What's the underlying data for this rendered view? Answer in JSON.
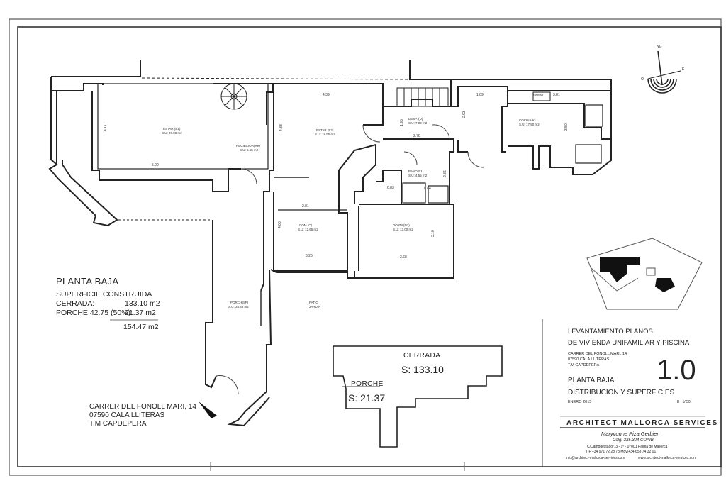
{
  "rooms": [
    {
      "name": "ESTAR (E1)",
      "area": "S.U: 37.00 m2"
    },
    {
      "name": "RECIBIDOR(Re)",
      "area": "S.U: 5.65 m2"
    },
    {
      "name": "ESTAR (E2)",
      "area": "S.U: 18.95 m2"
    },
    {
      "name": "DESP. (D)",
      "area": "S.U: 7.00 m2"
    },
    {
      "name": "COCINA(K)",
      "area": "S.U: 17.90 m2"
    },
    {
      "name": "BAÑO(B1)",
      "area": "S.U: 4.55 m2"
    },
    {
      "name": "COM.(C)",
      "area": "S.U: 12.65 m2"
    },
    {
      "name": "DORM.(D1)",
      "area": "S.U: 13.00 m2"
    },
    {
      "name": "PORCHE(P)",
      "area": "S.U: 35.55 m2"
    }
  ],
  "patio": {
    "line1": "PATIO",
    "line2": "JARDIN"
  },
  "dimensions": [
    "4.17",
    "5.00",
    "4.39",
    "4.33",
    "2.81",
    "4.06",
    "3.26",
    "1.95",
    "2.78",
    "2.35",
    "0.83",
    "0.84",
    "3.10",
    "3.68",
    "1.89",
    "2.93",
    "3.81",
    "3.50"
  ],
  "nevera": "nevera",
  "summary": {
    "heading": "PLANTA BAJA",
    "sub": "SUPERFICIE CONSTRUIDA",
    "closed_label": "CERRADA:",
    "closed_value": "133.10 m2",
    "porch_label": "PORCHE 42.75 (50%):",
    "porch_value": "21.37 m2",
    "total": "154.47 m2"
  },
  "address": {
    "line1": "CARRER DEL FONOLL MARI, 14",
    "line2": "07590 CALA LLITERAS",
    "line3": "T.M CAPDEPERA"
  },
  "area_box": {
    "closed_label": "CERRADA",
    "closed_value": "S: 133.10",
    "porch_label": "PORCHE",
    "porch_value": "S: 21.37"
  },
  "title_block": {
    "project_line1": "LEVANTAMIENTO PLANOS",
    "project_line2": "DE VIVIENDA UNIFAMILIAR  Y PISCINA",
    "addr1": "CARRER DEL FONOLL MARI, 14",
    "addr2": "07590 CALA LLITERAS",
    "addr3": "T.M CAPDEPERA",
    "sheet_title": "PLANTA BAJA",
    "sheet_sub": "DISTRIBUCION Y SUPERFICIES",
    "date": "ENERO   2015",
    "scale": "E : 1/ 50",
    "sheet_number": "1.0",
    "firm": "ARCHITECT  MALLORCA  SERVICES",
    "architect": "Maryvonne Piza Gerbier",
    "license": "Colg. 335.304 COAIB",
    "street": "C/Campdestador, 3 - 1º - 07001 Palma de Mallorca",
    "phones": "T/F +34 971 72 28 78     Mov/+34 653 74 32 01",
    "email": "info@architect-mallorca-services.com",
    "web": "www.architect-mallorca-services.com"
  },
  "compass": {
    "north": "NG",
    "west": "O",
    "east": "E"
  }
}
